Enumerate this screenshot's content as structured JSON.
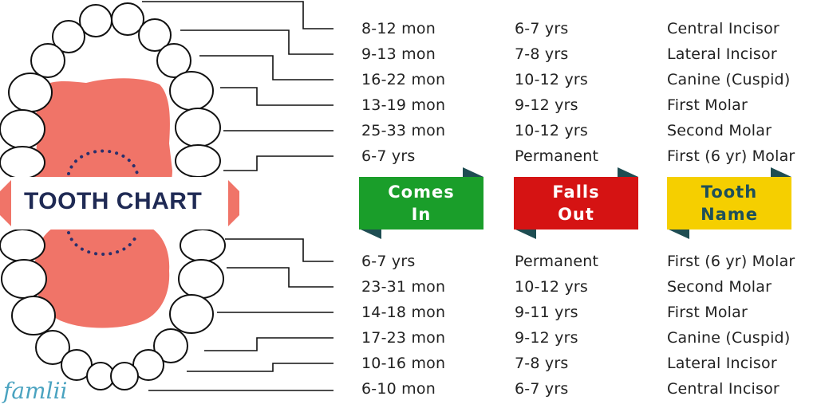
{
  "title": "TOOTH CHART",
  "brand": "famlii",
  "headers": [
    {
      "key": "comes_in",
      "line1": "Comes",
      "line2": "In",
      "color": "#1a9e2a",
      "fold": "#1e4d52"
    },
    {
      "key": "falls_out",
      "line1": "Falls",
      "line2": "Out",
      "color": "#d51313",
      "fold": "#1e4d52"
    },
    {
      "key": "tooth_name",
      "line1": "Tooth",
      "line2": "Name",
      "color": "#f5cf00",
      "fold": "#1e4d52",
      "text_color": "#1d4f5a"
    }
  ],
  "upper": [
    {
      "comes_in": "8-12 mon",
      "falls_out": "6-7 yrs",
      "name": "Central Incisor"
    },
    {
      "comes_in": "9-13 mon",
      "falls_out": "7-8 yrs",
      "name": "Lateral Incisor"
    },
    {
      "comes_in": "16-22 mon",
      "falls_out": "10-12 yrs",
      "name": "Canine (Cuspid)"
    },
    {
      "comes_in": "13-19 mon",
      "falls_out": "9-12 yrs",
      "name": "First Molar"
    },
    {
      "comes_in": "25-33 mon",
      "falls_out": "10-12 yrs",
      "name": "Second Molar"
    },
    {
      "comes_in": "6-7 yrs",
      "falls_out": "Permanent",
      "name": "First (6 yr) Molar"
    }
  ],
  "lower": [
    {
      "comes_in": "6-7 yrs",
      "falls_out": "Permanent",
      "name": "First (6 yr) Molar"
    },
    {
      "comes_in": "23-31 mon",
      "falls_out": "10-12 yrs",
      "name": "Second Molar"
    },
    {
      "comes_in": "14-18 mon",
      "falls_out": "9-11 yrs",
      "name": "First Molar"
    },
    {
      "comes_in": "17-23 mon",
      "falls_out": "9-12 yrs",
      "name": "Canine (Cuspid)"
    },
    {
      "comes_in": "10-16 mon",
      "falls_out": "7-8 yrs",
      "name": "Lateral Incisor"
    },
    {
      "comes_in": "6-10 mon",
      "falls_out": "6-7 yrs",
      "name": "Central Incisor"
    }
  ],
  "colors": {
    "mouth": "#f07468",
    "dots": "#2a2f6b",
    "text": "#222222",
    "title": "#1f2a54",
    "lines": "#111111"
  }
}
